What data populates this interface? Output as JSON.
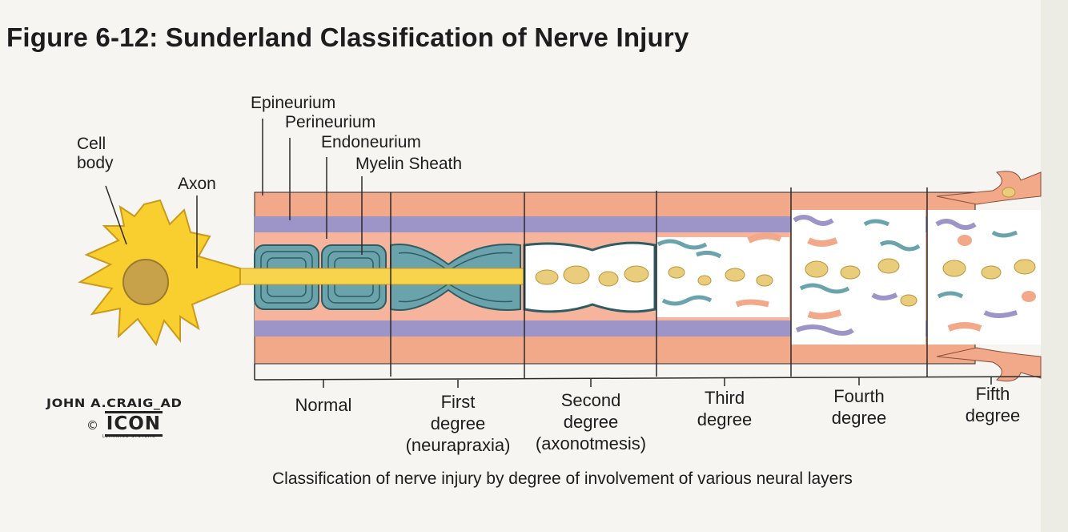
{
  "figure": {
    "title": "Figure 6-12: Sunderland Classification of Nerve Injury",
    "caption": "Classification of nerve injury by degree of involvement of various neural layers"
  },
  "labels": {
    "cell_body": [
      "Cell",
      "body"
    ],
    "axon": "Axon",
    "epineurium": "Epineurium",
    "perineurium": "Perineurium",
    "endoneurium": "Endoneurium",
    "myelin_sheath": "Myelin Sheath"
  },
  "stages": [
    {
      "lines": [
        "Normal"
      ]
    },
    {
      "lines": [
        "First",
        "degree",
        "(neurapraxia)"
      ]
    },
    {
      "lines": [
        "Second",
        "degree",
        "(axonotmesis)"
      ]
    },
    {
      "lines": [
        "Third",
        "degree"
      ]
    },
    {
      "lines": [
        "Fourth",
        "degree"
      ]
    },
    {
      "lines": [
        "Fifth",
        "degree"
      ]
    }
  ],
  "credit": {
    "artist": "JOHN A.CRAIG_AD",
    "copyright_symbol": "©",
    "logo_text": "ICON",
    "logo_subtext": "LEARNING SYSTEMS"
  },
  "colors": {
    "epineurium": "#f2a98a",
    "perineurium": "#9d94c8",
    "endoneurium": "#f6b49c",
    "myelin": "#6aa3ab",
    "axon": "#f7d44b",
    "cell_body": "#f8cf2e",
    "nucleus": "#c8a24a",
    "debris": "#e9cd7c",
    "outline": "#2a2a2a"
  }
}
